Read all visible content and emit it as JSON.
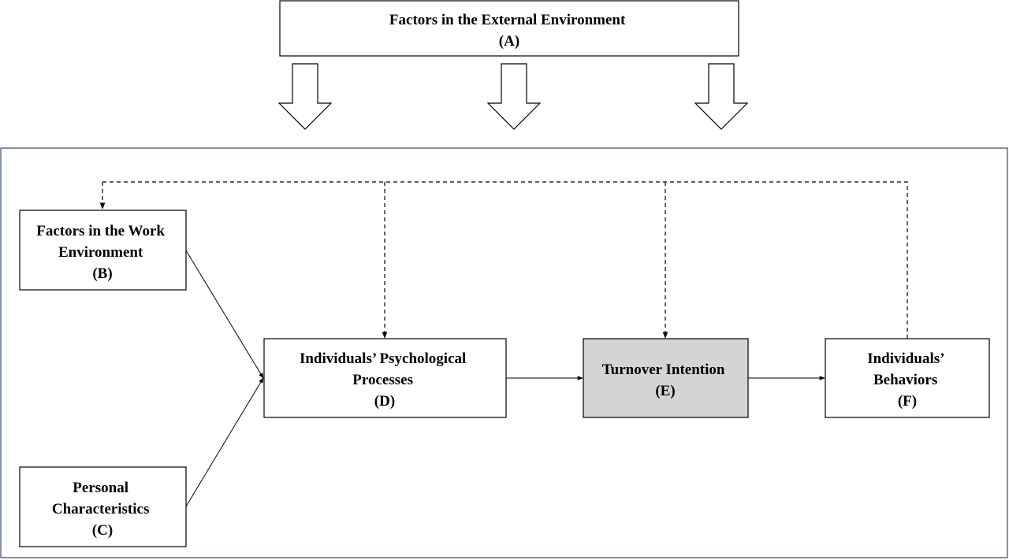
{
  "colors": {
    "frame_border": "#5a6b88",
    "box_border": "#000000",
    "highlight_fill": "#d4d4d4",
    "line": "#000000"
  },
  "nodes": {
    "a": {
      "lines": [
        "Factors in the External Environment",
        "(A)"
      ]
    },
    "b": {
      "lines": [
        "Factors in the Work",
        "Environment",
        "(B)"
      ]
    },
    "c": {
      "lines": [
        "Personal",
        "Characteristics",
        "(C)"
      ]
    },
    "d": {
      "lines": [
        "Individuals’ Psychological",
        "Processes",
        "(D)"
      ]
    },
    "e": {
      "lines": [
        "Turnover Intention",
        "(E)"
      ]
    },
    "f": {
      "lines": [
        "Individuals’",
        "Behaviors",
        "(F)"
      ]
    }
  },
  "edges": [
    {
      "from": "b",
      "to": "d",
      "style": "solid"
    },
    {
      "from": "c",
      "to": "d",
      "style": "solid"
    },
    {
      "from": "d",
      "to": "e",
      "style": "solid"
    },
    {
      "from": "e",
      "to": "f",
      "style": "solid"
    },
    {
      "from": "f",
      "to": "b",
      "style": "dashed"
    },
    {
      "from": "f",
      "to": "d",
      "style": "dashed"
    },
    {
      "from": "f",
      "to": "e",
      "style": "dashed"
    },
    {
      "from": "a",
      "to": "frame",
      "style": "block-arrow",
      "count": 3
    }
  ]
}
